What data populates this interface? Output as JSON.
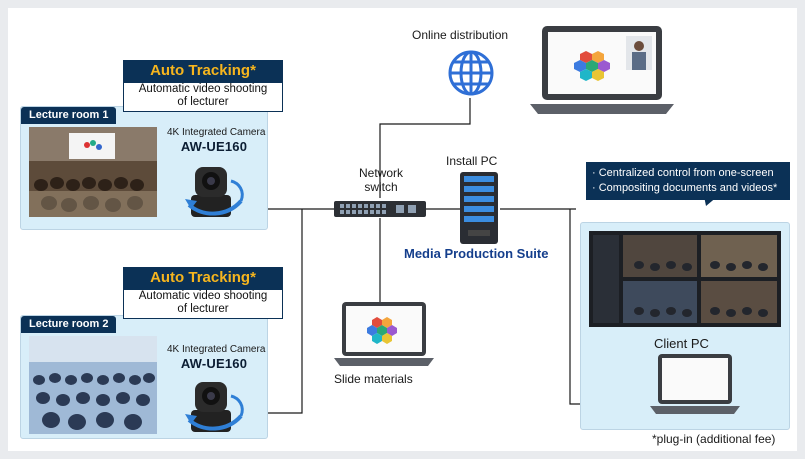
{
  "online_distribution": "Online distribution",
  "network_switch": [
    "Network",
    "switch"
  ],
  "install_pc": "Install PC",
  "media_production_suite": "Media Production Suite",
  "slide_materials": "Slide materials",
  "client_pc": "Client PC",
  "client_features": [
    "· Centralized control from one-screen",
    "· Compositing documents and videos*"
  ],
  "footnote": "*plug-in (additional fee)",
  "rooms": [
    {
      "tab": "Lecture room 1",
      "callout_title": "Auto Tracking*",
      "callout_text": [
        "Automatic video shooting",
        "of lecturer"
      ],
      "camera_title": "4K Integrated Camera",
      "camera_model": "AW-UE160"
    },
    {
      "tab": "Lecture room 2",
      "callout_title": "Auto Tracking*",
      "callout_text": [
        "Automatic video shooting",
        "of lecturer"
      ],
      "camera_title": "4K Integrated Camera",
      "camera_model": "AW-UE160"
    }
  ],
  "colors": {
    "navy": "#0b3156",
    "accent_gold": "#f6b51e",
    "light_blue": "#d8eef9",
    "media_suite_blue": "#143e8c"
  }
}
